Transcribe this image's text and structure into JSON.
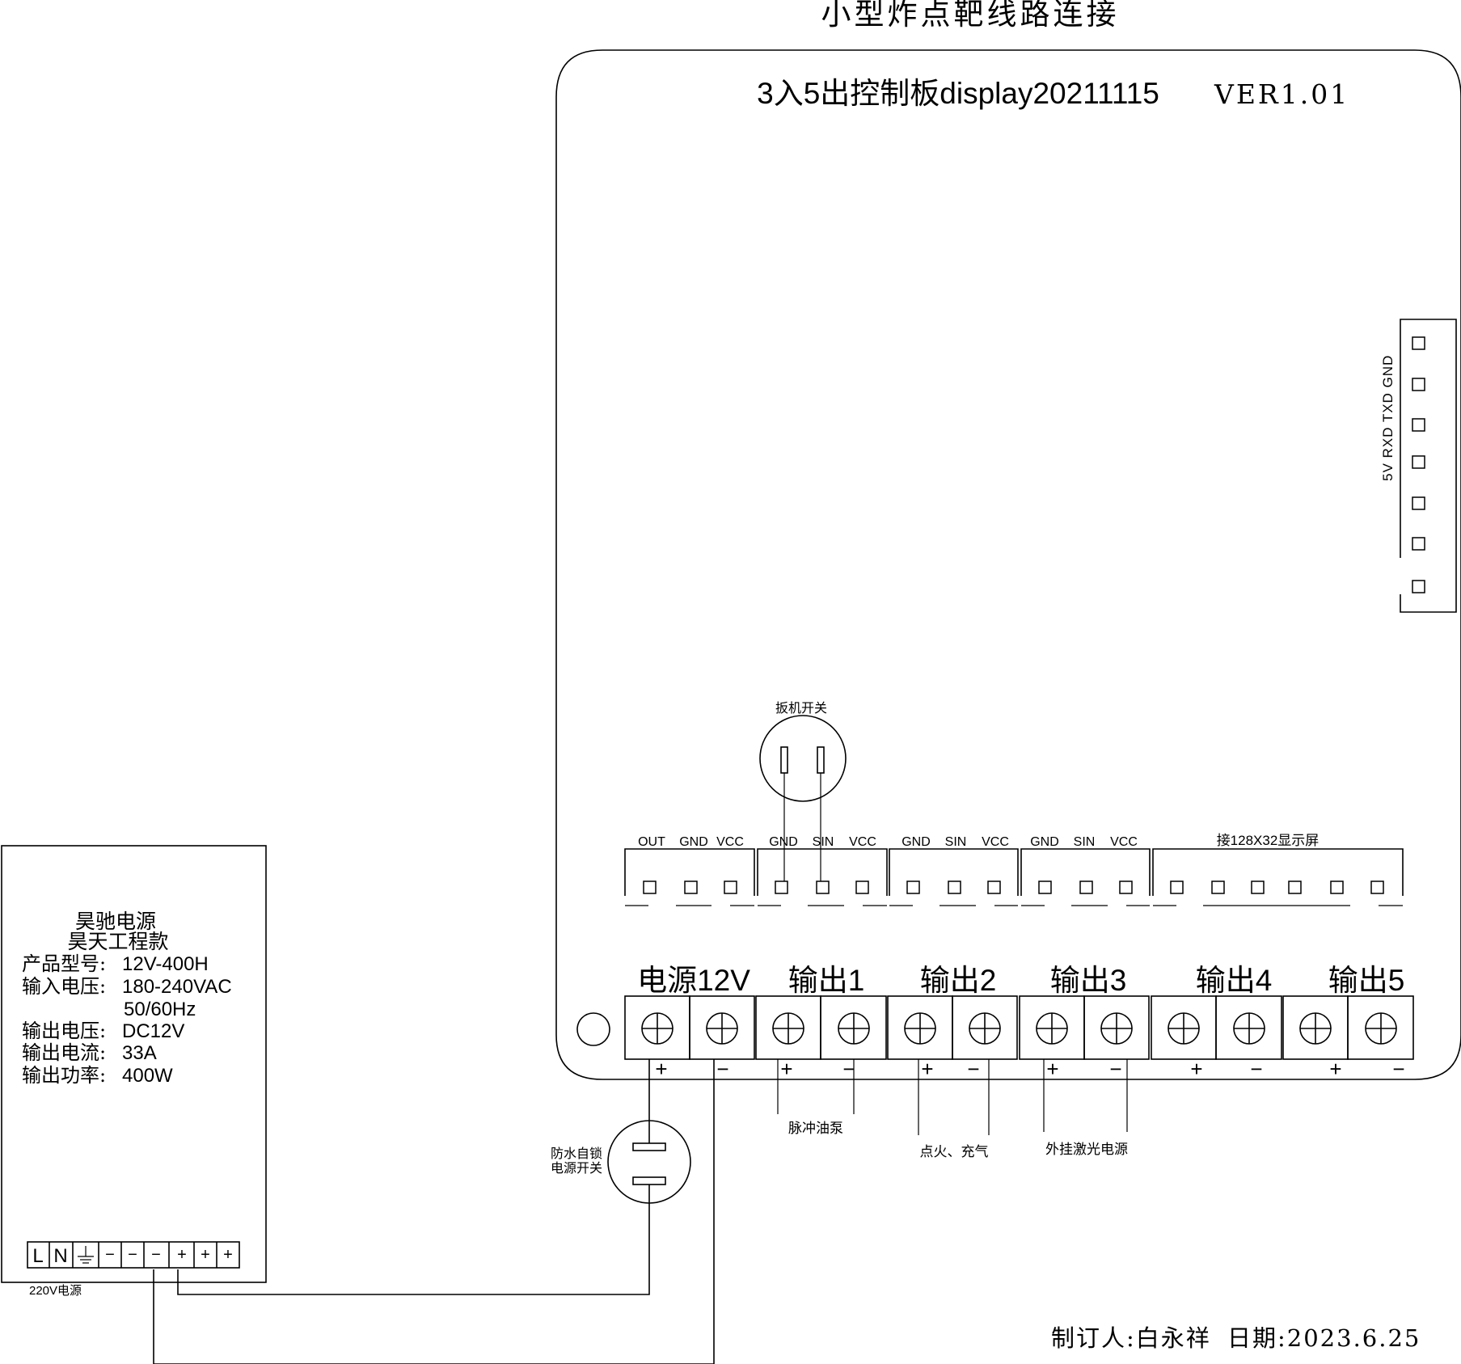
{
  "title": "小型炸点靶线路连接",
  "board": {
    "name": "3入5出控制板display20211115",
    "version": "VER1.01",
    "right_header_label": "5V RXD TXD GND",
    "header_groups": [
      {
        "labels": [
          "OUT",
          "GND",
          "VCC"
        ]
      },
      {
        "labels": [
          "GND",
          "SIN",
          "VCC"
        ]
      },
      {
        "labels": [
          "GND",
          "SIN",
          "VCC"
        ]
      },
      {
        "labels": [
          "GND",
          "SIN",
          "VCC"
        ]
      },
      {
        "labels": [
          "接128X32显示屏"
        ]
      }
    ],
    "terminal_groups": [
      "电源12V",
      "输出1",
      "输出2",
      "输出3",
      "输出4",
      "输出5"
    ],
    "polarity": [
      "+",
      "−",
      "+",
      "−",
      "+",
      "−",
      "+",
      "−",
      "+",
      "−",
      "+",
      "−"
    ]
  },
  "trigger_switch": {
    "label": "扳机开关"
  },
  "power_switch": {
    "label_line1": "防水自锁",
    "label_line2": "电源开关"
  },
  "loads": {
    "output1": "脉冲油泵",
    "output2": "点火、充气",
    "output3": "外挂激光电源"
  },
  "psu": {
    "brand": "昊驰电源",
    "model_line": "昊天工程款",
    "specs": [
      {
        "label": "产品型号:",
        "value": "12V-400H"
      },
      {
        "label": "输入电压:",
        "value": "180-240VAC"
      },
      {
        "label": "",
        "value": "50/60Hz"
      },
      {
        "label": "输出电压:",
        "value": "DC12V"
      },
      {
        "label": "输出电流:",
        "value": "33A"
      },
      {
        "label": "输出功率:",
        "value": "400W"
      }
    ],
    "terminals": [
      "L",
      "N",
      "",
      "−",
      "−",
      "−",
      "+",
      "+",
      "+"
    ],
    "input_label": "220V电源"
  },
  "footer": {
    "author_line": "制订人:白永祥",
    "date_line": "日期:2023.6.25"
  }
}
